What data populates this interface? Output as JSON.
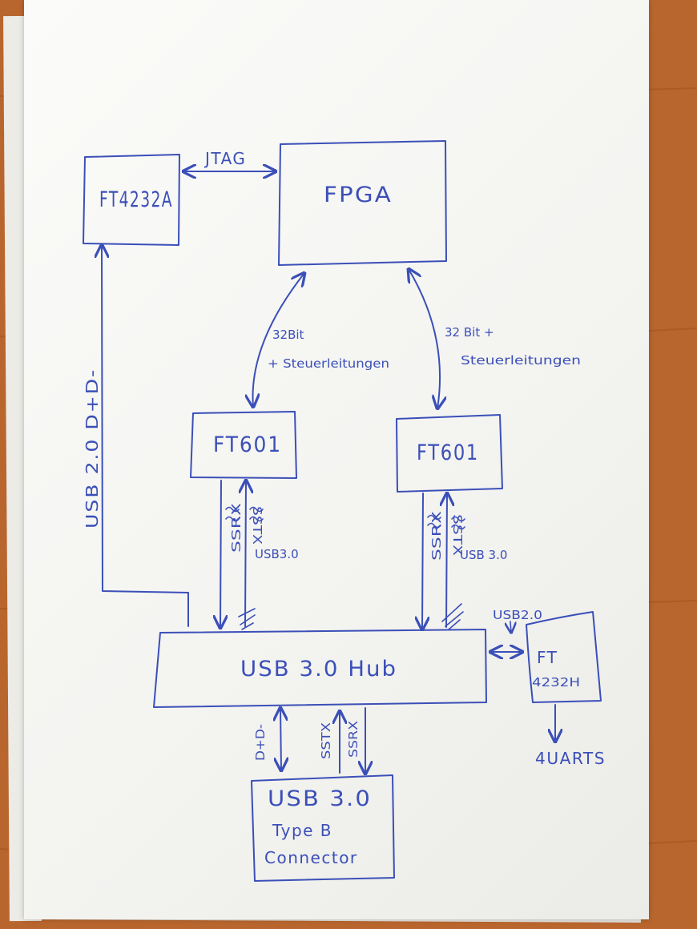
{
  "colors": {
    "ink": "#3b4fb8",
    "paper": "#f7f7f4",
    "wood": "#b9662e"
  },
  "nodes": {
    "ft4232a": "FT4232A",
    "fpga": "FPGA",
    "ft601_left": "FT601",
    "ft601_right": "FT601",
    "hub": "USB 3.0 Hub",
    "ft232h_line1": "FT",
    "ft232h_line2": "4232H",
    "connector_line1": "USB 3.0",
    "connector_line2": "Type B",
    "connector_line3": "Connector"
  },
  "edges": {
    "jtag": "JTAG",
    "bus_left_line1": "32Bit",
    "bus_left_line2": "+ Steuerleitungen",
    "bus_right_line1": "32 Bit +",
    "bus_right_line2": "Steuerleitungen",
    "usb20_dd": "USB 2.0 D+D-",
    "left_rx": "SSRX",
    "left_tx": "SSTX",
    "left_usb30": "USB3.0",
    "right_rx": "SSRX",
    "right_tx": "SSTX",
    "right_usb30": "USB 3.0",
    "hub_usb20": "USB2.0",
    "conn_dd": "D+D-",
    "conn_tx": "SSTX",
    "conn_rx": "SSRX",
    "uarts": "4UARTS"
  }
}
